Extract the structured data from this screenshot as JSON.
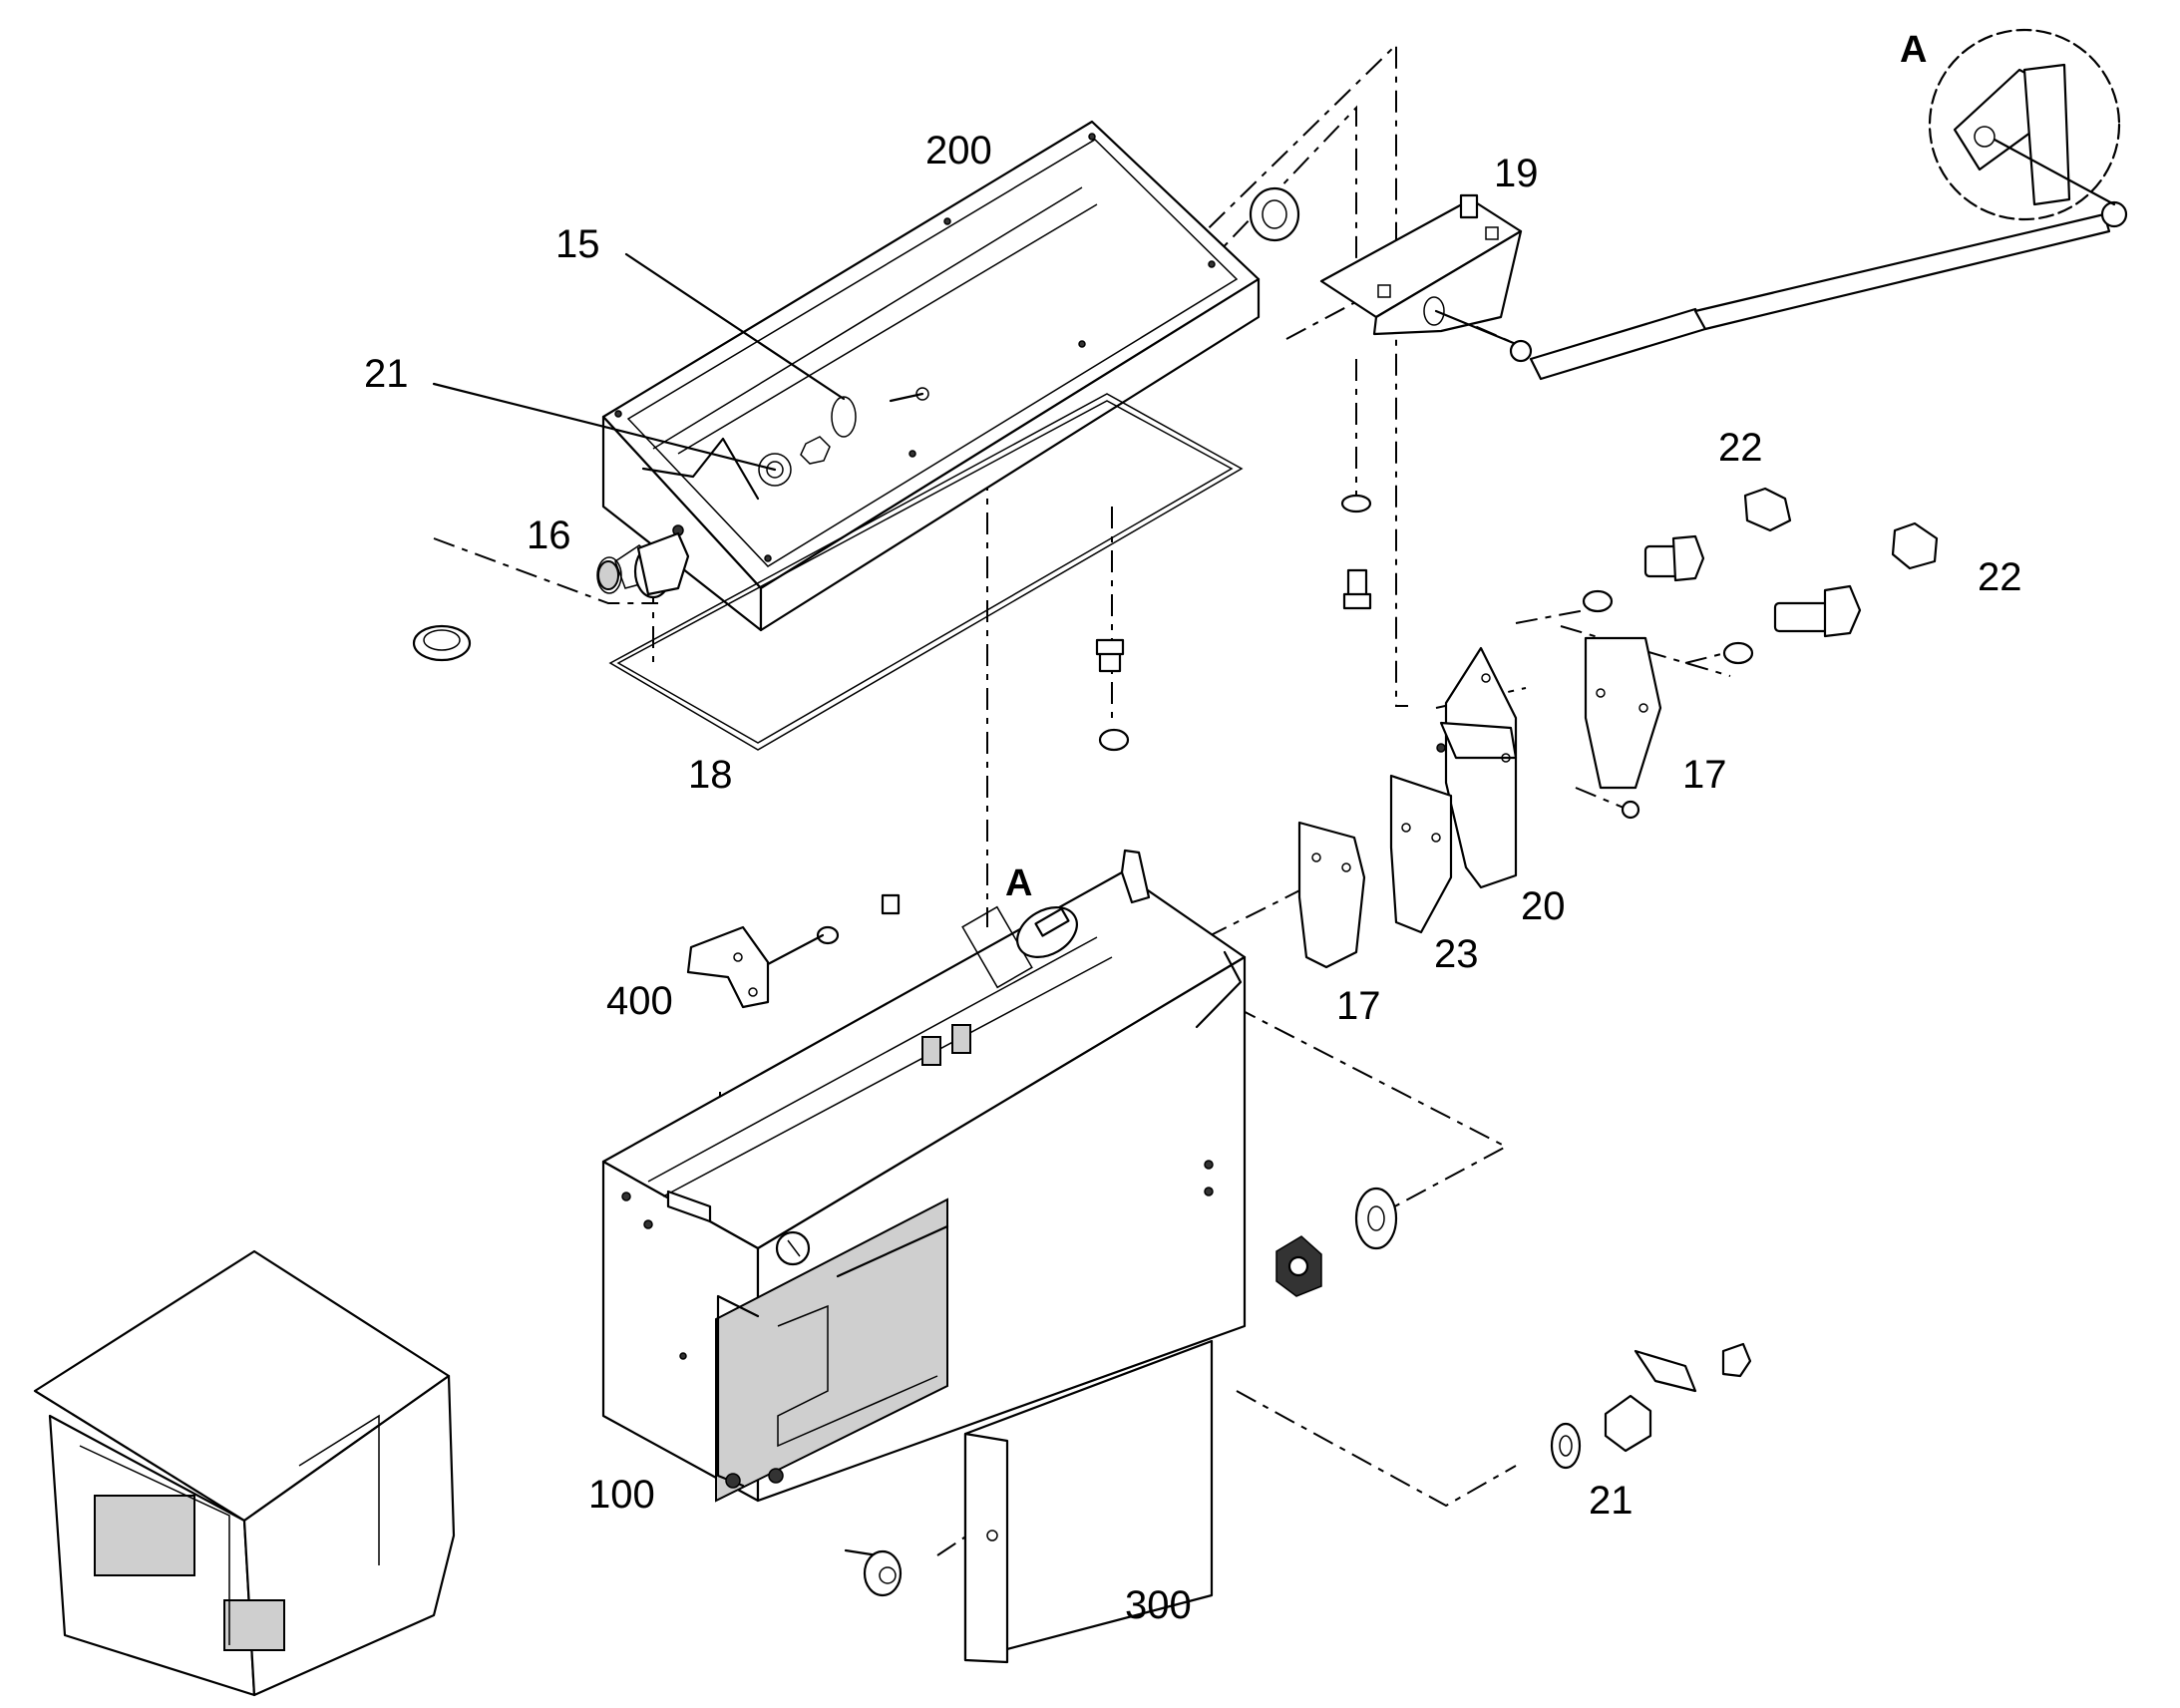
{
  "diagram": {
    "callouts": {
      "c15": "15",
      "c16": "16",
      "c17a": "17",
      "c17b": "17",
      "c18": "18",
      "c19": "19",
      "c20": "20",
      "c21a": "21",
      "c21b": "21",
      "c22a": "22",
      "c22b": "22",
      "c23": "23",
      "c100": "100",
      "c200": "200",
      "c300": "300",
      "c400": "400"
    },
    "detail_labels": {
      "detail_a_main": "A",
      "detail_a_inset": "A"
    }
  }
}
